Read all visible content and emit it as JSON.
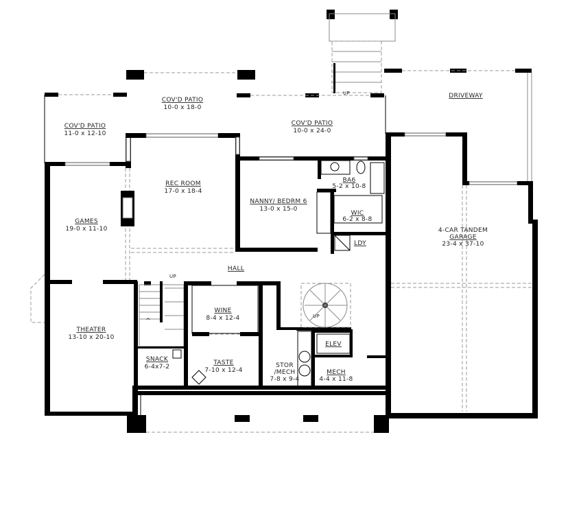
{
  "rooms": {
    "covd_patio_top": {
      "name": "COV'D PATIO",
      "size": "10-0 x 18-0"
    },
    "covd_patio_left": {
      "name": "COV'D PATIO",
      "size": "11-0 x 12-10"
    },
    "covd_patio_right": {
      "name": "COV'D PATIO",
      "size": "10-0 x 24-0"
    },
    "driveway": {
      "name": "DRIVEWAY"
    },
    "rec_room": {
      "name": "REC ROOM",
      "size": "17-0 x 18-4"
    },
    "nanny": {
      "name": "NANNY/ BEDRM 6",
      "size": "13-0 x 15-0"
    },
    "bath": {
      "name": "BA6",
      "size": "5-2 x 10-8"
    },
    "wic": {
      "name": "WIC",
      "size": "6-2 x 8-8"
    },
    "laundry": {
      "name": "LDY"
    },
    "games": {
      "name": "GAMES",
      "size": "19-0 x 11-10"
    },
    "garage": {
      "name": "4-CAR TANDEM",
      "name2": "GARAGE",
      "size": "23-4 x 37-10"
    },
    "hall": {
      "name": "HALL"
    },
    "theater": {
      "name": "THEATER",
      "size": "13-10 x 20-10"
    },
    "wine": {
      "name": "WINE",
      "size": "8-4 x 12-4"
    },
    "snack": {
      "name": "SNACK",
      "size": "6-4x7-2"
    },
    "taste": {
      "name": "TASTE",
      "size": "7-10 x 12-4"
    },
    "stor_mech": {
      "name": "STOR",
      "name2": "/MECH",
      "size": "7-8 x 9-4"
    },
    "elev": {
      "name": "ELEV"
    },
    "mech": {
      "name": "MECH",
      "size": "4-4 x 11-8"
    }
  },
  "stairs": {
    "up_main": "UP",
    "up_spiral": "UP",
    "up_exterior": "UP"
  }
}
